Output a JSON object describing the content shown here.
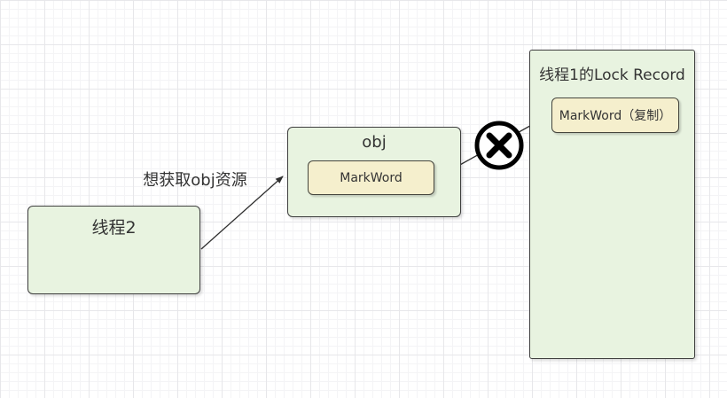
{
  "colors": {
    "box_fill": "#e8f3e0",
    "box_border": "#3f3f3f",
    "inner_fill": "#f5efcd",
    "inner_border": "#45453d",
    "line": "#2f2f2f",
    "cross": "#000000",
    "text": "#333333"
  },
  "nodes": {
    "thread2": {
      "label": "线程2"
    },
    "obj": {
      "title": "obj",
      "markword": "MarkWord"
    },
    "lock_record": {
      "title": "线程1的Lock Record",
      "markword_copy": "MarkWord（复制）"
    }
  },
  "edges": {
    "request_label": "想获取obj资源"
  },
  "icons": {
    "cross_circle": "circle-with-x-failure-mark"
  }
}
